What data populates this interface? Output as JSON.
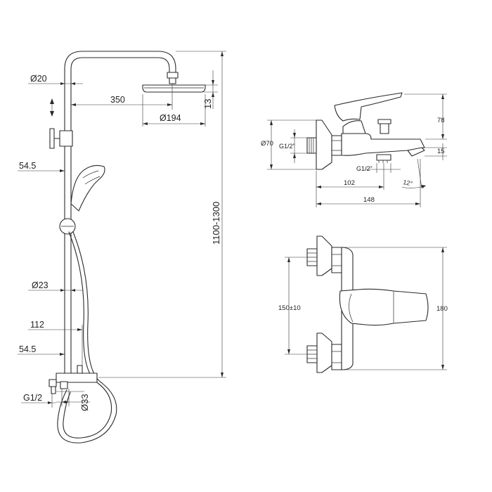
{
  "left_dimensions": {
    "pipe_diameter": "Ø20",
    "arm_length": "350",
    "head_diameter": "Ø194",
    "head_thickness": "13",
    "total_height": "1100-1300",
    "holder_offset": "54.5",
    "bar_diameter": "Ø23",
    "outlet_depth": "112",
    "mixer_offset": "54.5",
    "inlet_thread": "G1/2",
    "outlet_diameter": "Ø33"
  },
  "side_view": {
    "height": "78",
    "flange_diameter": "Ø70",
    "inlet_thread": "G1/2\"",
    "spout_height": "15",
    "outlet_thread": "G1/2\"",
    "spout_offset": "102",
    "angle": "12°",
    "total_depth": "148"
  },
  "front_view": {
    "center_distance": "150±10",
    "total_width": "180"
  }
}
